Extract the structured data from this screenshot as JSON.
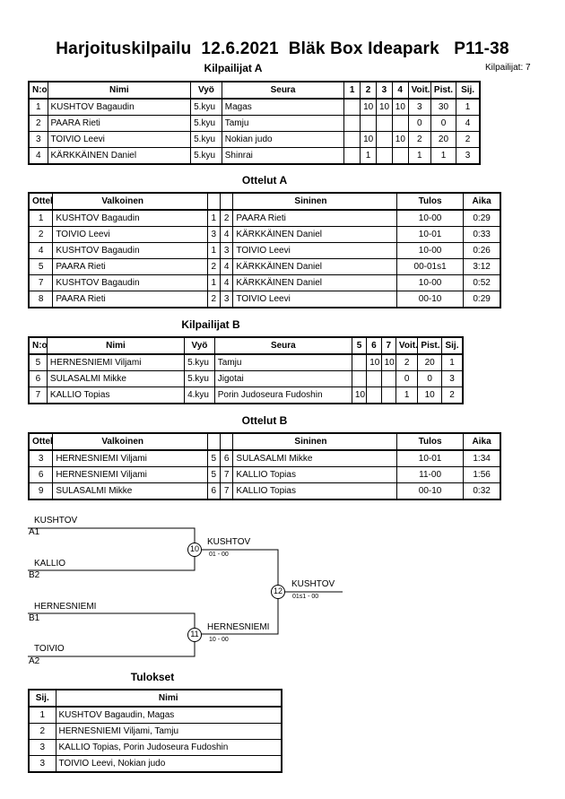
{
  "title": "Harjoituskilpailu  12.6.2021  Bläk Box Ideapark   P11-38",
  "participant_count": "Kilpailijat: 7",
  "pool_a": {
    "heading": "Kilpailijat A",
    "columns": [
      "N:o",
      "Nimi",
      "Vyö",
      "Seura",
      "1",
      "2",
      "3",
      "4",
      "Voit.",
      "Pist.",
      "Sij."
    ],
    "rows": [
      [
        "1",
        "KUSHTOV Bagaudin",
        "5.kyu",
        "Magas",
        "",
        "10",
        "10",
        "10",
        "3",
        "30",
        "1"
      ],
      [
        "2",
        "PAARA Rieti",
        "5.kyu",
        "Tamju",
        "",
        "",
        "",
        "",
        "0",
        "0",
        "4"
      ],
      [
        "3",
        "TOIVIO Leevi",
        "5.kyu",
        "Nokian judo",
        "",
        "10",
        "",
        "10",
        "2",
        "20",
        "2"
      ],
      [
        "4",
        "KÄRKKÄINEN Daniel",
        "5.kyu",
        "Shinrai",
        "",
        "1",
        "",
        "",
        "1",
        "1",
        "3"
      ]
    ]
  },
  "matches_a": {
    "heading": "Ottelut A",
    "columns": [
      "Ottelu",
      "Valkoinen",
      "",
      "",
      "Sininen",
      "Tulos",
      "Aika"
    ],
    "rows": [
      [
        "1",
        "KUSHTOV Bagaudin",
        "1",
        "2",
        "PAARA Rieti",
        "10-00",
        "0:29"
      ],
      [
        "2",
        "TOIVIO Leevi",
        "3",
        "4",
        "KÄRKKÄINEN Daniel",
        "10-01",
        "0:33"
      ],
      [
        "4",
        "KUSHTOV Bagaudin",
        "1",
        "3",
        "TOIVIO Leevi",
        "10-00",
        "0:26"
      ],
      [
        "5",
        "PAARA Rieti",
        "2",
        "4",
        "KÄRKKÄINEN Daniel",
        "00-01s1",
        "3:12"
      ],
      [
        "7",
        "KUSHTOV Bagaudin",
        "1",
        "4",
        "KÄRKKÄINEN Daniel",
        "10-00",
        "0:52"
      ],
      [
        "8",
        "PAARA Rieti",
        "2",
        "3",
        "TOIVIO Leevi",
        "00-10",
        "0:29"
      ]
    ]
  },
  "pool_b": {
    "heading": "Kilpailijat B",
    "columns": [
      "N:o",
      "Nimi",
      "Vyö",
      "Seura",
      "5",
      "6",
      "7",
      "Voit.",
      "Pist.",
      "Sij."
    ],
    "rows": [
      [
        "5",
        "HERNESNIEMI Viljami",
        "5.kyu",
        "Tamju",
        "",
        "10",
        "10",
        "2",
        "20",
        "1"
      ],
      [
        "6",
        "SULASALMI Mikke",
        "5.kyu",
        "Jigotai",
        "",
        "",
        "",
        "0",
        "0",
        "3"
      ],
      [
        "7",
        "KALLIO Topias",
        "4.kyu",
        "Porin Judoseura Fudoshin",
        "10",
        "",
        "",
        "1",
        "10",
        "2"
      ]
    ]
  },
  "matches_b": {
    "heading": "Ottelut B",
    "columns": [
      "Ottelu",
      "Valkoinen",
      "",
      "",
      "Sininen",
      "Tulos",
      "Aika"
    ],
    "rows": [
      [
        "3",
        "HERNESNIEMI Viljami",
        "5",
        "6",
        "SULASALMI Mikke",
        "10-01",
        "1:34"
      ],
      [
        "6",
        "HERNESNIEMI Viljami",
        "5",
        "7",
        "KALLIO Topias",
        "11-00",
        "1:56"
      ],
      [
        "9",
        "SULASALMI Mikke",
        "6",
        "7",
        "KALLIO Topias",
        "00-10",
        "0:32"
      ]
    ]
  },
  "bracket": {
    "semi1_top_name": "KUSHTOV",
    "semi1_top_seed": "A1",
    "semi1_bottom_name": "KALLIO",
    "semi1_bottom_seed": "B2",
    "semi1_match": "10",
    "semi1_winner": "KUSHTOV",
    "semi1_score": "01 - 00",
    "semi2_top_name": "HERNESNIEMI",
    "semi2_top_seed": "B1",
    "semi2_bottom_name": "TOIVIO",
    "semi2_bottom_seed": "A2",
    "semi2_match": "11",
    "semi2_winner": "HERNESNIEMI",
    "semi2_score": "10 - 00",
    "final_match": "12",
    "final_winner": "KUSHTOV",
    "final_score": "01s1 - 00"
  },
  "results": {
    "heading": "Tulokset",
    "columns": [
      "Sij.",
      "Nimi"
    ],
    "rows": [
      [
        "1",
        "KUSHTOV Bagaudin, Magas"
      ],
      [
        "2",
        "HERNESNIEMI Viljami, Tamju"
      ],
      [
        "3",
        "KALLIO Topias, Porin Judoseura Fudoshin"
      ],
      [
        "3",
        "TOIVIO Leevi, Nokian judo"
      ]
    ]
  }
}
